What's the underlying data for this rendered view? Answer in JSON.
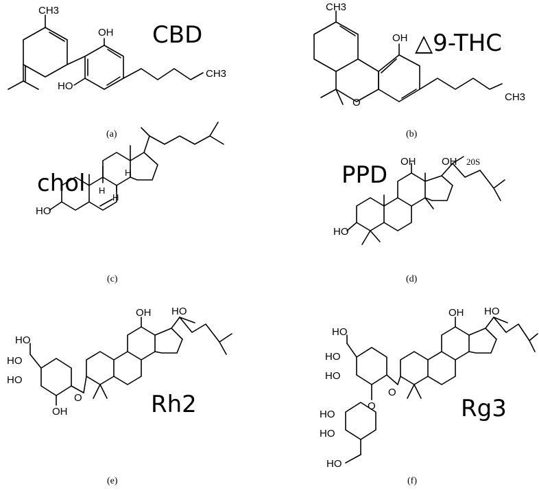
{
  "panels": [
    {
      "id": "a",
      "name": "CBD",
      "caption": "(a)"
    },
    {
      "id": "b",
      "name": "△9-THC",
      "caption": "(b)"
    },
    {
      "id": "c",
      "name": "chol",
      "caption": "(c)"
    },
    {
      "id": "d",
      "name": "PPD",
      "caption": "(d)"
    },
    {
      "id": "e",
      "name": "Rh2",
      "caption": "(e)"
    },
    {
      "id": "f",
      "name": "Rg3",
      "caption": "(f)"
    }
  ],
  "atoms": {
    "ch3": "CH3",
    "oh": "OH",
    "ho": "HO",
    "o": "O",
    "h": "H",
    "stereo_20s": "20S"
  }
}
